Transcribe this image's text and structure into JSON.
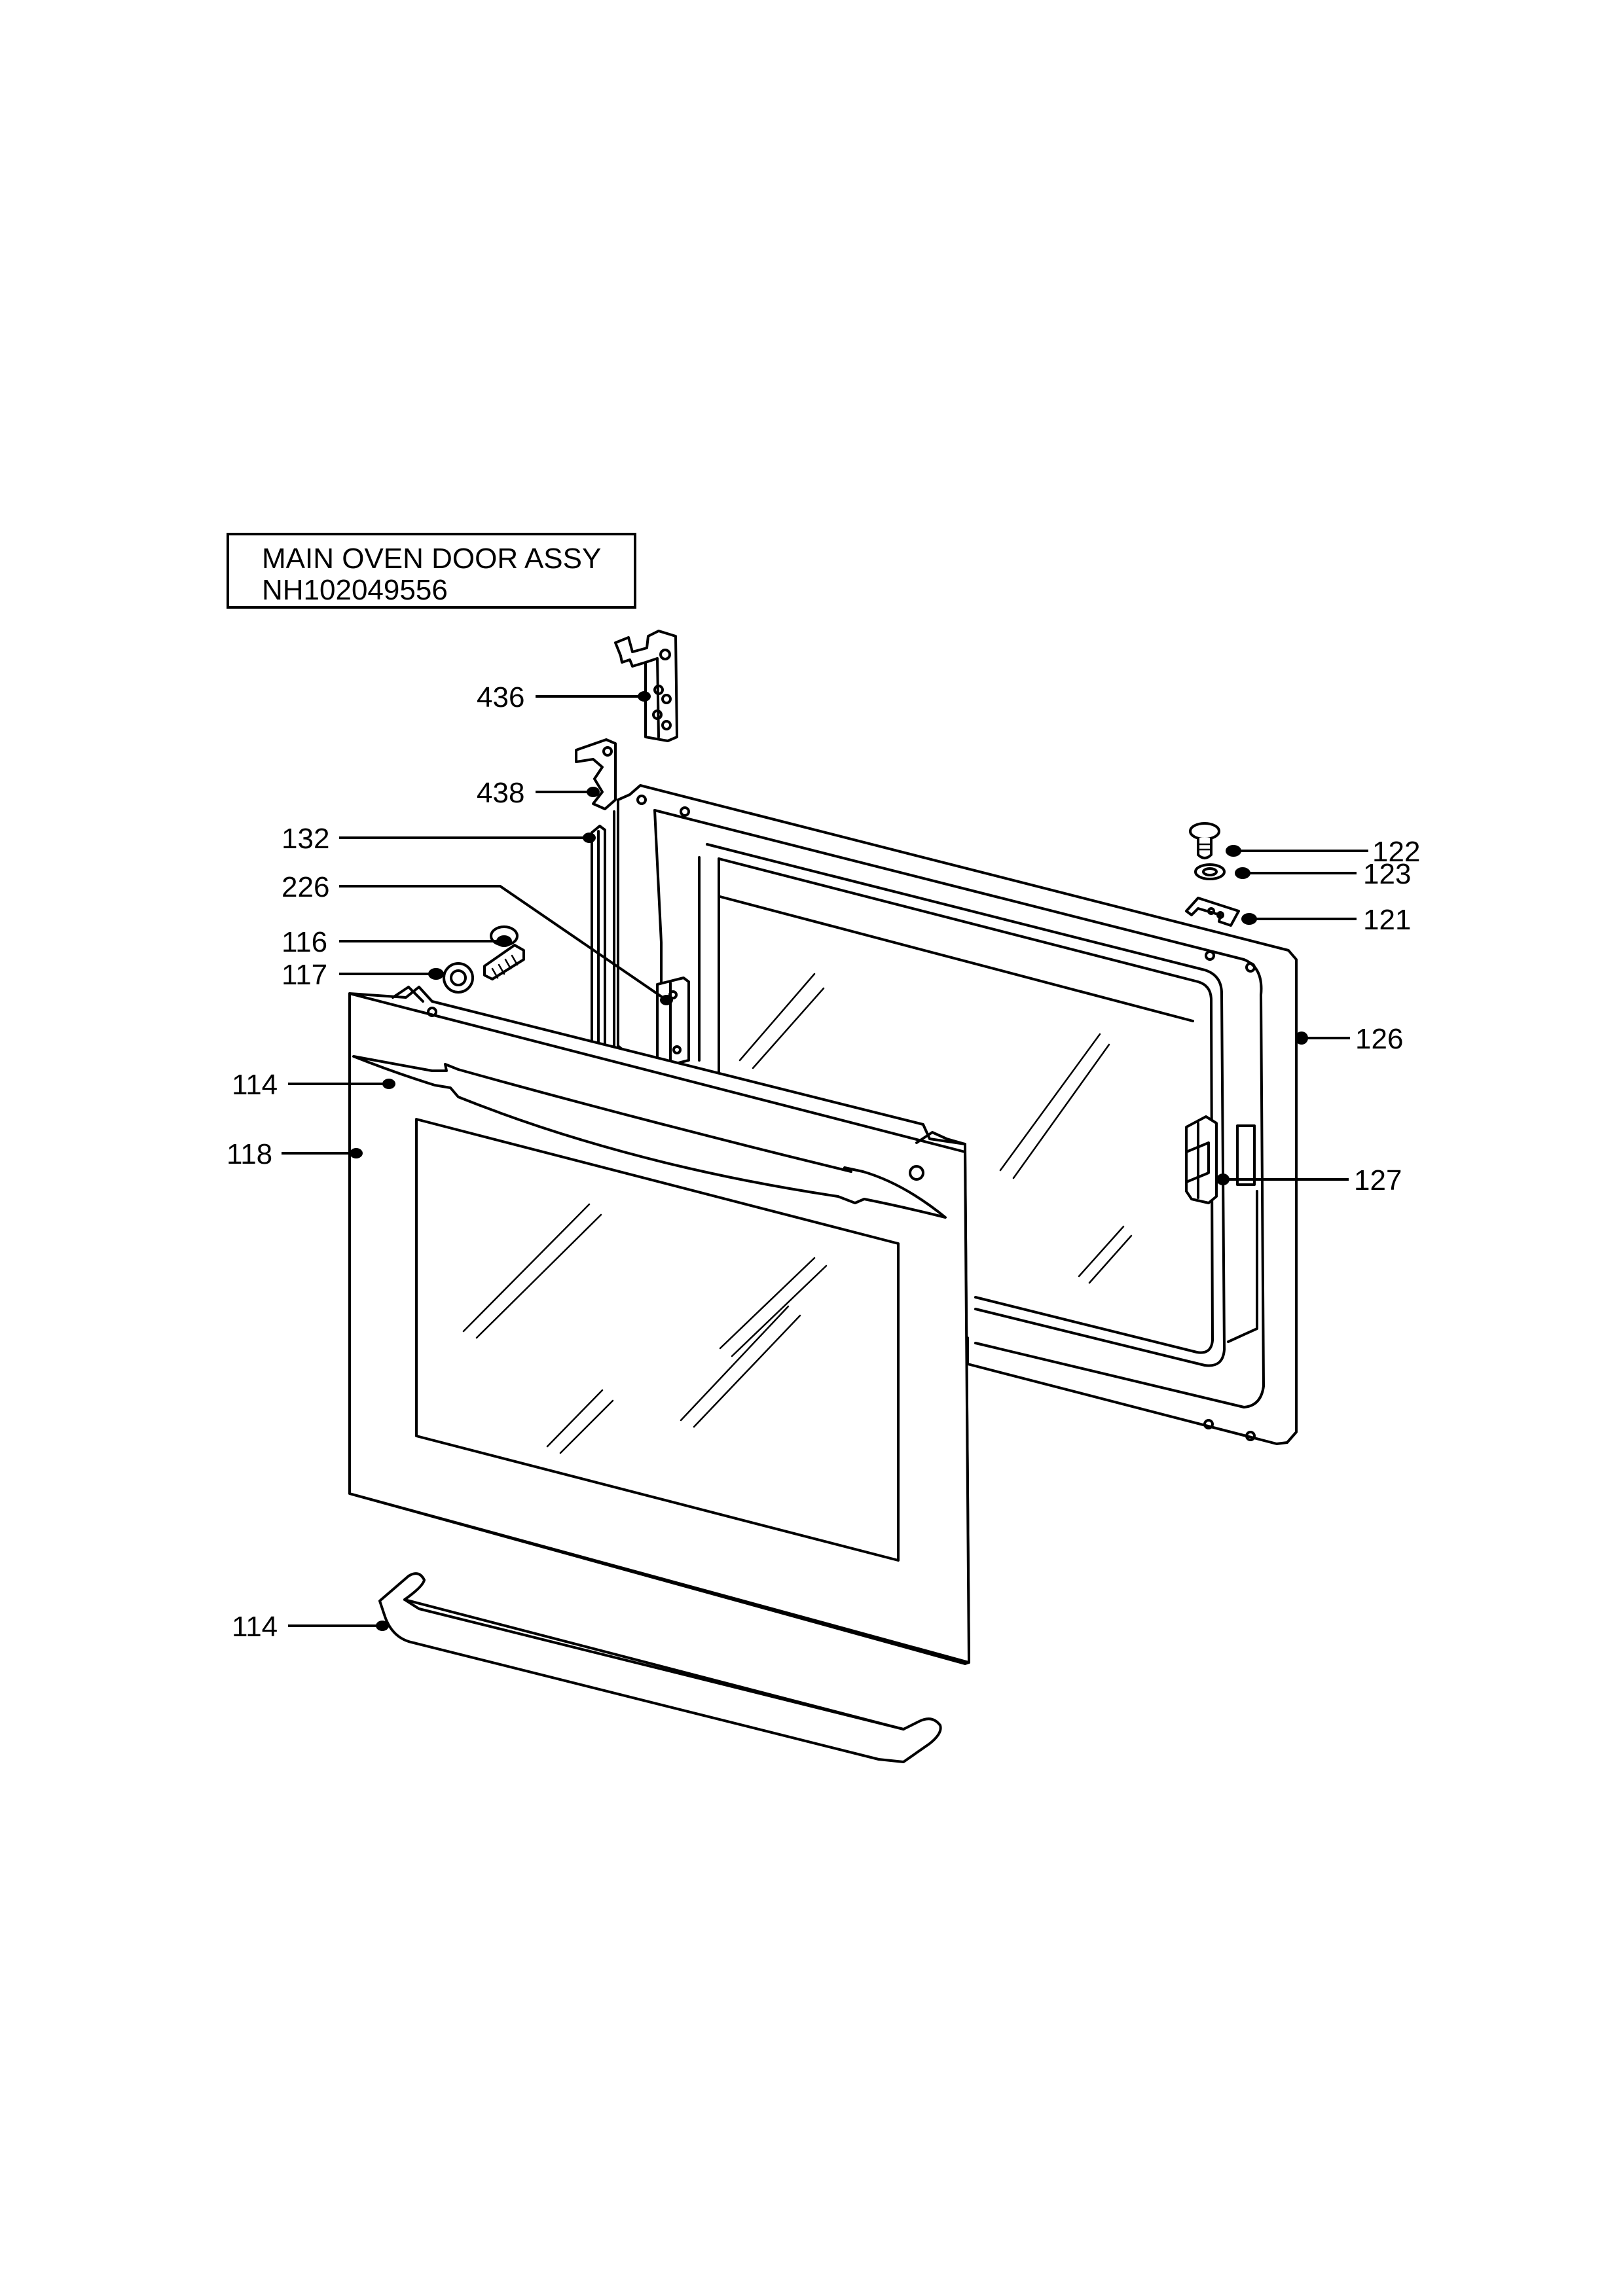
{
  "header": {
    "title": "MAIN OVEN DOOR ASSY",
    "part_number": "NH102049556"
  },
  "callouts": [
    {
      "id": "c436",
      "label": "436"
    },
    {
      "id": "c438",
      "label": "438"
    },
    {
      "id": "c132",
      "label": "132"
    },
    {
      "id": "c226",
      "label": "226"
    },
    {
      "id": "c116",
      "label": "116"
    },
    {
      "id": "c117",
      "label": "117"
    },
    {
      "id": "c114a",
      "label": "114"
    },
    {
      "id": "c118",
      "label": "118"
    },
    {
      "id": "c114b",
      "label": "114"
    },
    {
      "id": "c122",
      "label": "122"
    },
    {
      "id": "c123",
      "label": "123"
    },
    {
      "id": "c121",
      "label": "121"
    },
    {
      "id": "c126",
      "label": "126"
    },
    {
      "id": "c127",
      "label": "127"
    }
  ]
}
